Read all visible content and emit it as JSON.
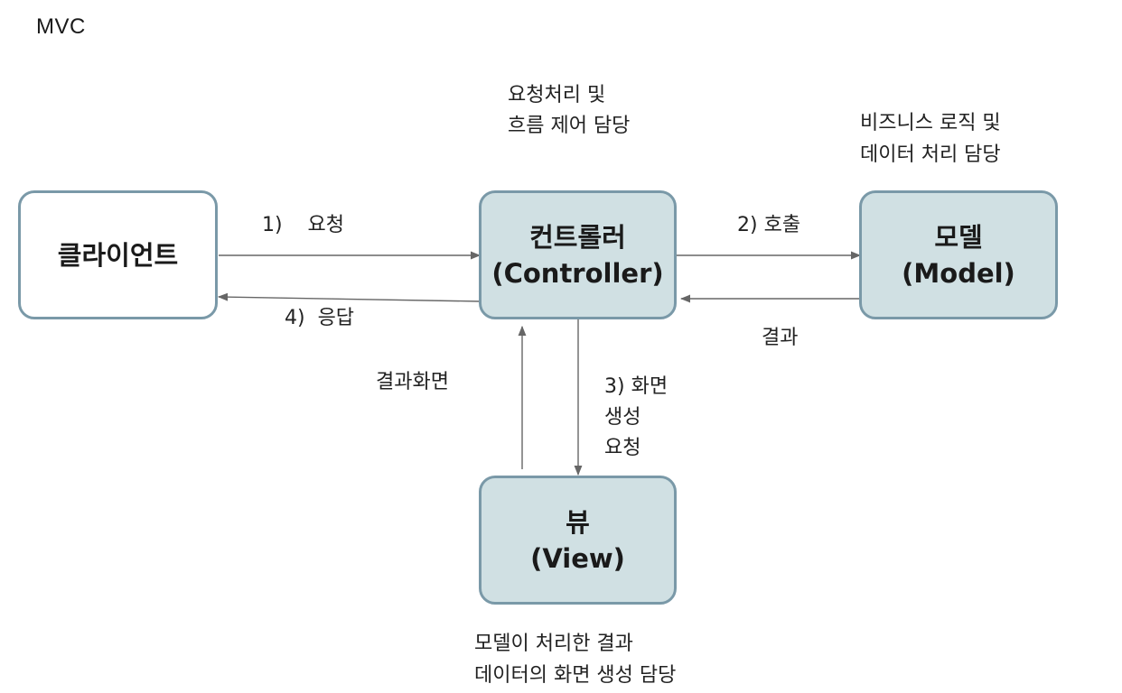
{
  "title": "MVC",
  "nodes": {
    "client": {
      "label": "클라이언트"
    },
    "controller": {
      "label": "컨트롤러",
      "sublabel": "(Controller)"
    },
    "model": {
      "label": "모델",
      "sublabel": "(Model)"
    },
    "view": {
      "label": "뷰",
      "sublabel": "(View)"
    }
  },
  "notes": {
    "controller_line1": "요청처리 및",
    "controller_line2": "흐름 제어 담당",
    "model_line1": "비즈니스 로직 및",
    "model_line2": "데이터 처리 담당",
    "view_line1": "모델이 처리한 결과",
    "view_line2": "데이터의 화면 생성 담당"
  },
  "edges": {
    "request": "1)    요청",
    "response": "4)  응답",
    "call": "2) 호출",
    "result": "결과",
    "result_screen": "결과화면",
    "render_line1": "3) 화면",
    "render_line2": "생성",
    "render_line3": "요청"
  },
  "colors": {
    "box_border": "#7a99a8",
    "box_fill_component": "#d0e0e3",
    "box_fill_client": "#ffffff",
    "arrow": "#666666"
  }
}
